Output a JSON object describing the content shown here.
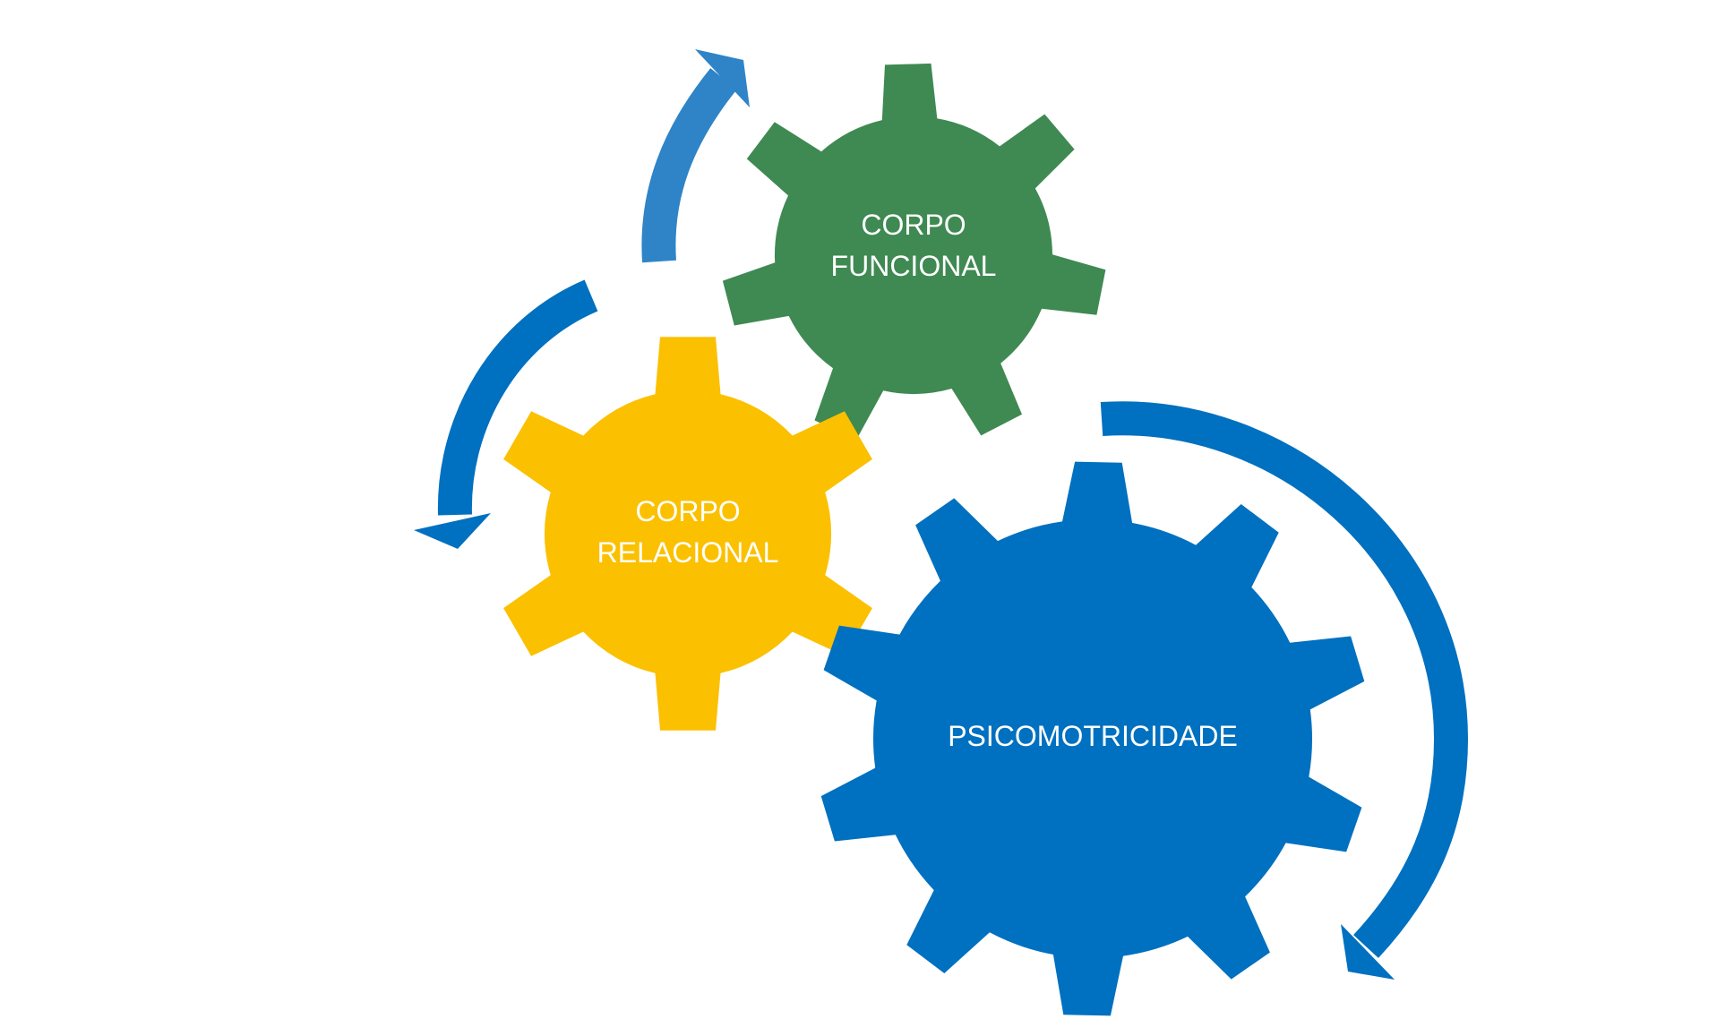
{
  "diagram": {
    "gears": [
      {
        "id": "corpo-funcional",
        "lines": [
          "CORPO",
          "FUNCIONAL"
        ],
        "color": "#3F8952"
      },
      {
        "id": "corpo-relacional",
        "lines": [
          "CORPO",
          "RELACIONAL"
        ],
        "color": "#FBC000"
      },
      {
        "id": "psicomotricidade",
        "lines": [
          "PSICOMOTRICIDADE"
        ],
        "color": "#0070C0"
      }
    ],
    "arrows": [
      {
        "id": "arrow-top",
        "color": "#2E84C7"
      },
      {
        "id": "arrow-left",
        "color": "#0070C0"
      },
      {
        "id": "arrow-right",
        "color": "#0070C0"
      }
    ]
  }
}
